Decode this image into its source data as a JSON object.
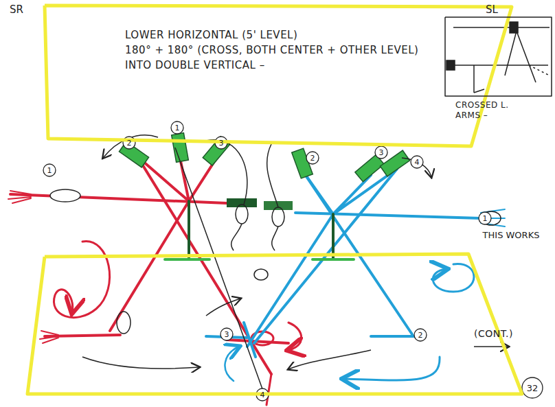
{
  "diagram": {
    "nodes": [
      {
        "text": [
          "LOWER HORIZONTAL (5' LEVEL)",
          "180° + 180° (CROSS, BOTH CENTER + OTHER LEVEL)",
          "INTO DOUBLE VERTICAL –"
        ]
      },
      {
        "text": [
          "CROSSED L. ARMS –"
        ]
      },
      {
        "text": [
          "(CONT.)"
        ]
      }
    ],
    "labels": [
      "SR",
      "SL",
      "THIS WORKS",
      "1",
      "2",
      "1",
      "3",
      "2",
      "3",
      "4",
      "1",
      "3",
      "2",
      "4",
      "32"
    ]
  }
}
